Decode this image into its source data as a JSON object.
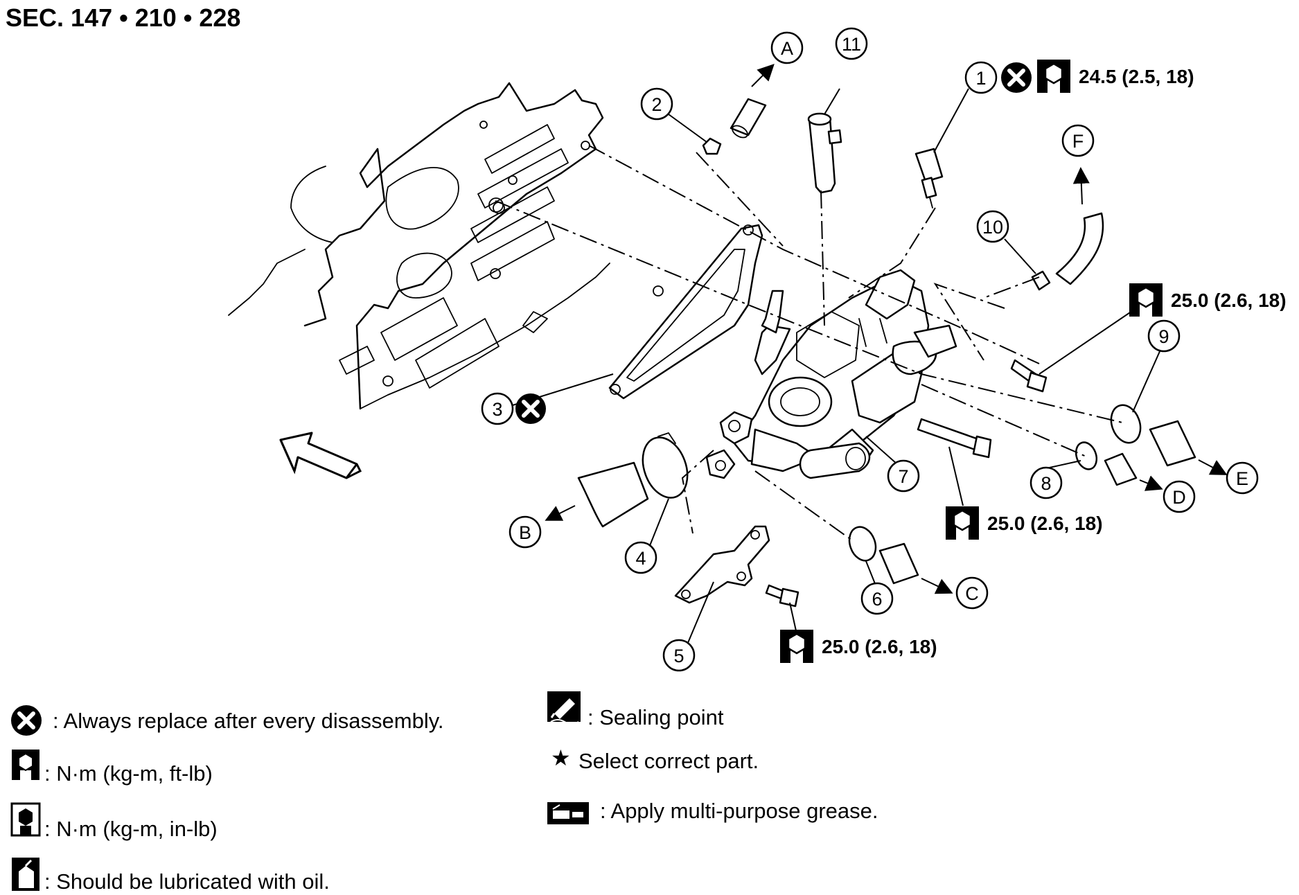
{
  "section_title": "SEC. 147 • 210 • 228",
  "callouts": {
    "c1": "1",
    "c2": "2",
    "c3": "3",
    "c4": "4",
    "c5": "5",
    "c6": "6",
    "c7": "7",
    "c8": "8",
    "c9": "9",
    "c10": "10",
    "c11": "11",
    "A": "A",
    "B": "B",
    "C": "C",
    "D": "D",
    "E": "E",
    "F": "F"
  },
  "torques": {
    "part1": "24.5 (2.5, 18)",
    "bolt_upper_right": "25.0 (2.6, 18)",
    "bolt_center": "25.0 (2.6, 18)",
    "bolt_bracket": "25.0 (2.6, 18)"
  },
  "legend": {
    "replace": ": Always replace after every disassembly.",
    "torque_ftlb": ": N·m (kg-m, ft-lb)",
    "torque_inlb": ": N·m (kg-m, in-lb)",
    "oil": ": Should be lubricated with oil.",
    "sealing": ": Sealing point",
    "select": "Select correct part.",
    "grease": ": Apply multi-purpose grease."
  },
  "icons": {
    "replace": "x-in-circle-icon",
    "torque": "wrench-socket-icon",
    "torque_inlb": "wrench-socket-filled-icon",
    "oil": "oil-can-icon",
    "sealing": "sealant-tube-icon",
    "select": "star-icon",
    "grease": "grease-gun-icon",
    "front": "front-arrow-icon"
  }
}
